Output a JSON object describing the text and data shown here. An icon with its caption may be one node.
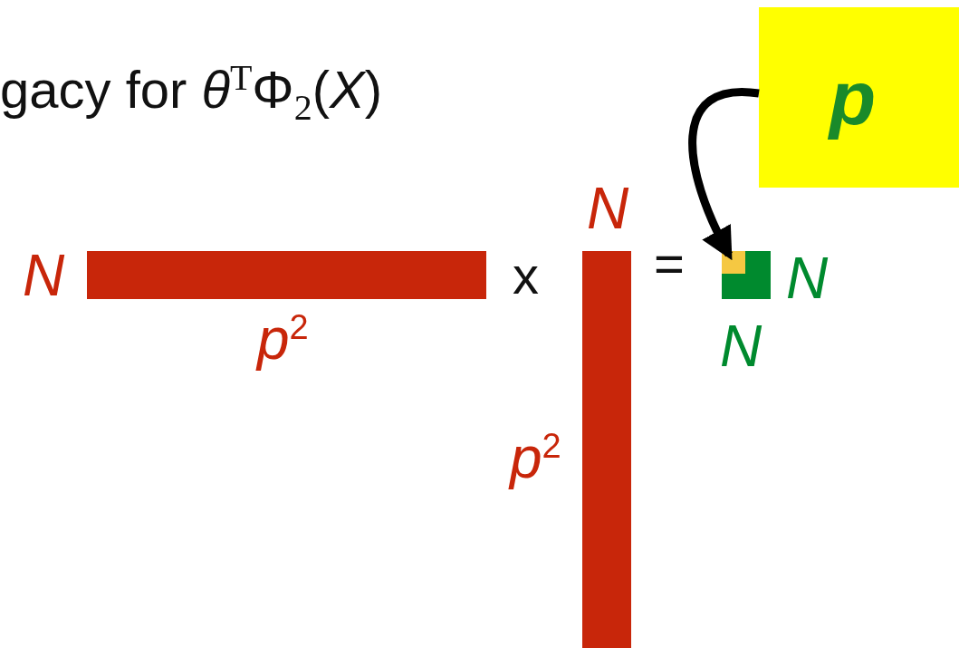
{
  "diagram": {
    "title": "gacy for *θ*$^{T}$Φ$_{2}$(*X*)",
    "nodes": [
      {
        "text": [],
        "shape": "bar",
        "beside": [
          "N",
          "p$^{2}$"
        ]
      },
      {
        "text": [],
        "shape": "bar",
        "beside": [
          "N",
          "p$^{2}$"
        ]
      },
      {
        "text": [],
        "shape": "box",
        "beside": [
          "N",
          "N"
        ]
      },
      {
        "text": [],
        "shape": "box",
        "in": 2
      },
      {
        "text": [
          "p"
        ]
      }
    ],
    "edges": [
      {
        "from": 4,
        "to": 3,
        "arrow": "to"
      }
    ],
    "labels": [
      "x",
      "="
    ]
  }
}
